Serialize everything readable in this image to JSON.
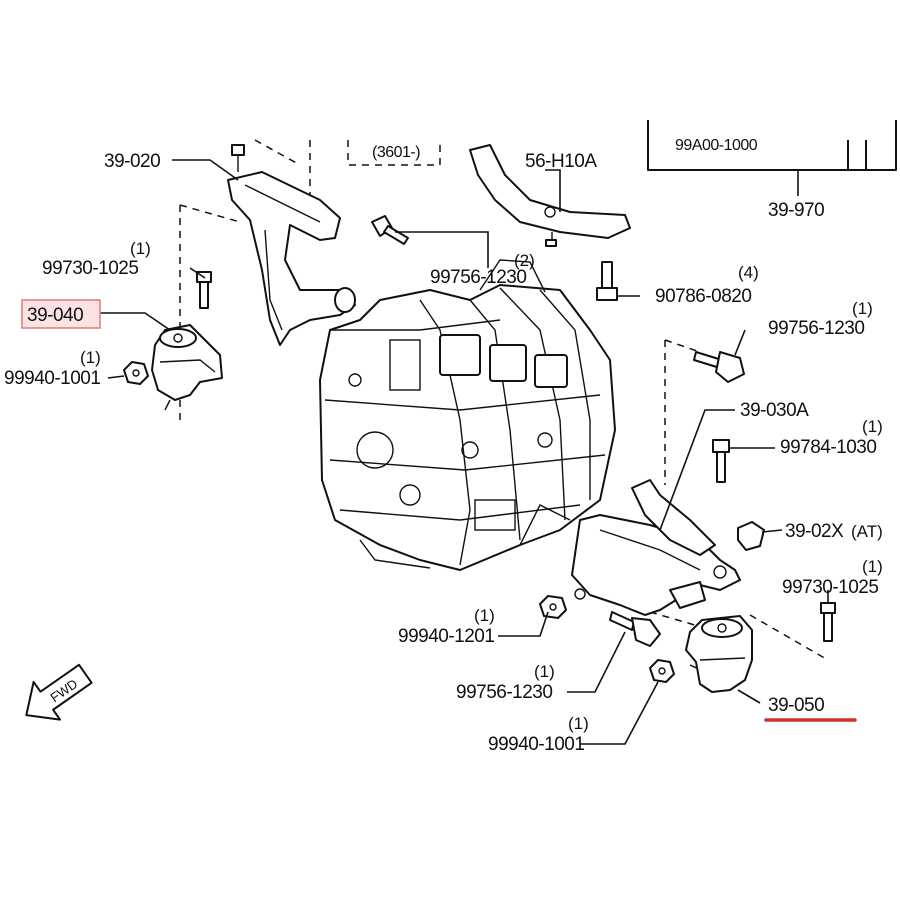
{
  "callouts": {
    "c_39_020": {
      "code": "39-020",
      "qty": ""
    },
    "c_3601": {
      "code": "(3601-)",
      "qty": ""
    },
    "c_56_h10a": {
      "code": "56-H10A",
      "qty": ""
    },
    "c_99a00": {
      "code": "99A00-1000",
      "qty": ""
    },
    "c_39_970": {
      "code": "39-970",
      "qty": ""
    },
    "c_99730_1025_left": {
      "code": "99730-1025",
      "qty": "(1)"
    },
    "c_99756_1230_top": {
      "code": "99756-1230",
      "qty": "(2)"
    },
    "c_90786_0820": {
      "code": "90786-0820",
      "qty": "(4)"
    },
    "c_39_040": {
      "code": "39-040",
      "qty": ""
    },
    "c_99756_1230_right": {
      "code": "99756-1230",
      "qty": "(1)"
    },
    "c_99940_1001_left": {
      "code": "99940-1001",
      "qty": "(1)"
    },
    "c_39_030a": {
      "code": "39-030A",
      "qty": ""
    },
    "c_99784_1030": {
      "code": "99784-1030",
      "qty": "(1)"
    },
    "c_39_02x": {
      "code": "39-02X",
      "qty": "(AT)"
    },
    "c_99730_1025_right": {
      "code": "99730-1025",
      "qty": "(1)"
    },
    "c_99940_1201": {
      "code": "99940-1201",
      "qty": "(1)"
    },
    "c_99756_1230_bottom": {
      "code": "99756-1230",
      "qty": "(1)"
    },
    "c_39_050": {
      "code": "39-050",
      "qty": ""
    },
    "c_99940_1001_bottom": {
      "code": "99940-1001",
      "qty": "(1)"
    }
  },
  "front_arrow": {
    "label": "FWD"
  },
  "highlight": {
    "boxed_part": "39-040",
    "underlined_part": "39-050",
    "box_color": "#e58080",
    "underline_color": "#d0312d"
  }
}
